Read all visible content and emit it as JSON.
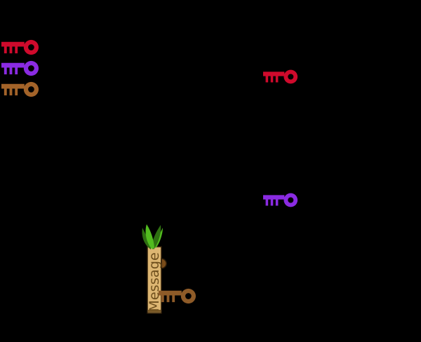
{
  "canvas": {
    "background": "#000000"
  },
  "key_stack_left": {
    "items": [
      {
        "id": "key-red",
        "color": "#CF0A2C"
      },
      {
        "id": "key-purple",
        "color": "#8A2BE2"
      },
      {
        "id": "key-brown",
        "color": "#A36329"
      }
    ]
  },
  "keys_right": {
    "items": [
      {
        "id": "key-red",
        "color": "#CF0A2C"
      },
      {
        "id": "key-purple",
        "color": "#8A2BE2"
      }
    ]
  },
  "message_plant": {
    "label": "Message",
    "stick_color": "#DDB672",
    "stick_edge_color": "#2A1B08",
    "stick_base_color": "#7A5A28",
    "label_color": "#6E4F1D",
    "knob_color": "#7A4C1A",
    "leaf_bright_color": "#52BC1F",
    "leaf_dark_color": "#2E7011",
    "key_color": "#8E5B28"
  }
}
